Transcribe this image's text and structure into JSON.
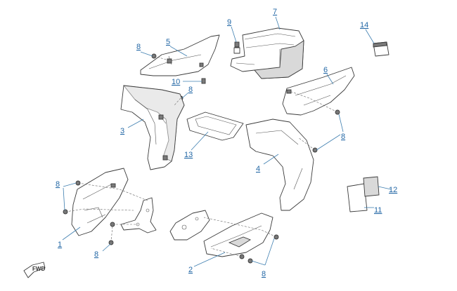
{
  "callouts": {
    "c1": "1",
    "c2": "2",
    "c3": "3",
    "c4": "4",
    "c5": "5",
    "c6": "6",
    "c7": "7",
    "c8": "8",
    "c9": "9",
    "c10": "10",
    "c11": "11",
    "c12": "12",
    "c13": "13",
    "c14": "14"
  },
  "direction_marker": "FWD",
  "colors": {
    "callout": "#2468a6",
    "leader": "#3f7fb0",
    "line": "#3a3a3a"
  }
}
